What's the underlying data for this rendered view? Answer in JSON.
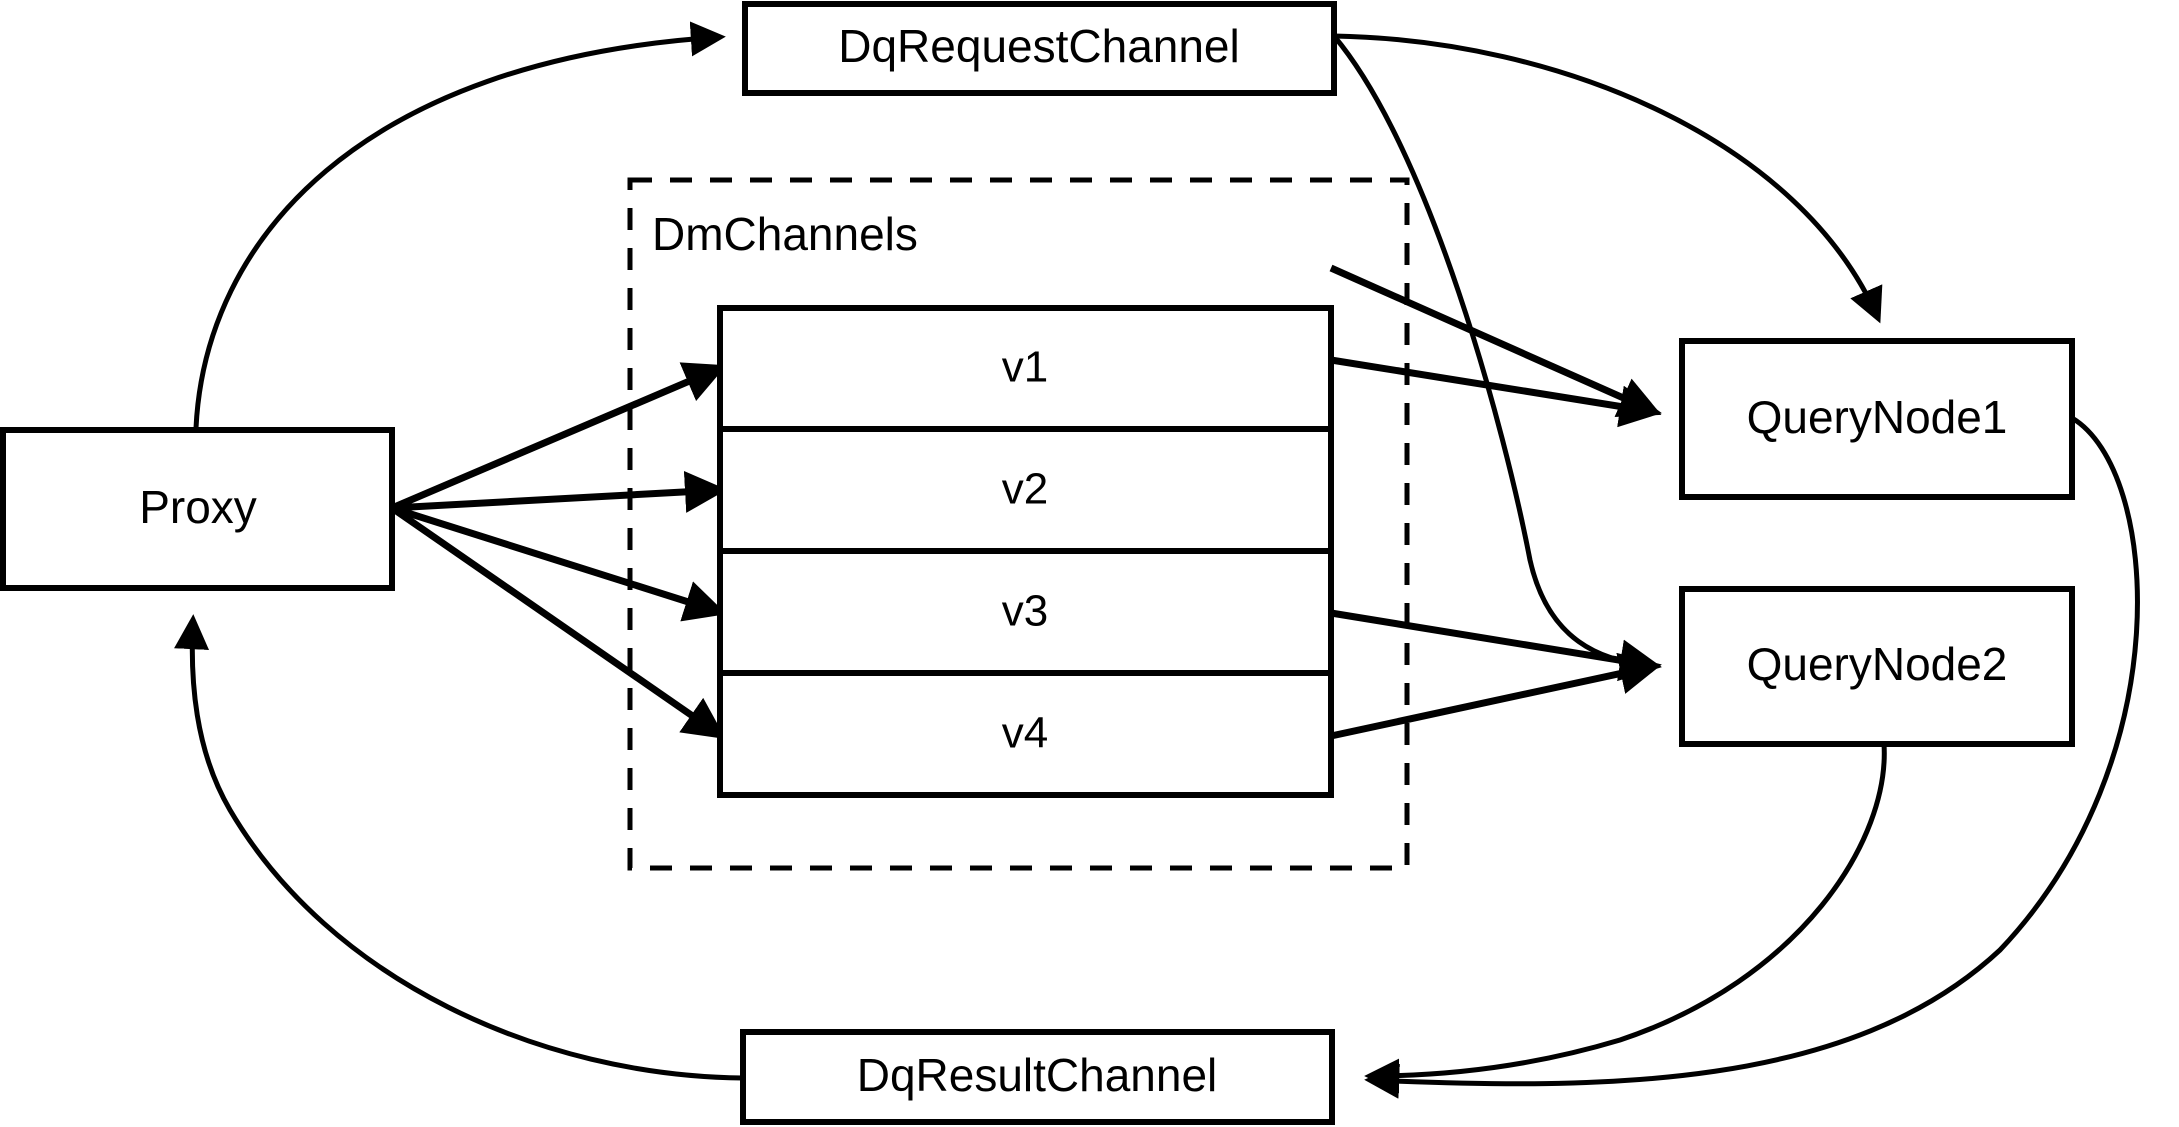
{
  "diagram": {
    "title": "Milvus distributed query channel flow",
    "background_color": "#ffffff",
    "stroke_color": "#000000",
    "nodes": {
      "proxy": {
        "label": "Proxy"
      },
      "dq_request_channel": {
        "label": "DqRequestChannel"
      },
      "dq_result_channel": {
        "label": "DqResultChannel"
      },
      "query_node_1": {
        "label": "QueryNode1"
      },
      "query_node_2": {
        "label": "QueryNode2"
      }
    },
    "group": {
      "label": "DmChannels",
      "rows": [
        {
          "label": "v1"
        },
        {
          "label": "v2"
        },
        {
          "label": "v3"
        },
        {
          "label": "v4"
        }
      ]
    },
    "edges": [
      {
        "from": "Proxy",
        "to": "DqRequestChannel",
        "style": "curved-arrow"
      },
      {
        "from": "Proxy",
        "to": "v1",
        "style": "straight-arrow"
      },
      {
        "from": "Proxy",
        "to": "v2",
        "style": "straight-arrow"
      },
      {
        "from": "Proxy",
        "to": "v3",
        "style": "straight-arrow"
      },
      {
        "from": "Proxy",
        "to": "v4",
        "style": "straight-arrow"
      },
      {
        "from": "DqRequestChannel",
        "to": "QueryNode1",
        "style": "curved-arrow"
      },
      {
        "from": "DqRequestChannel",
        "to": "QueryNode2",
        "style": "curved-arrow"
      },
      {
        "from": "v1",
        "to": "QueryNode1",
        "style": "straight-arrow"
      },
      {
        "from": "v2",
        "to": "QueryNode1",
        "style": "straight-arrow"
      },
      {
        "from": "v3",
        "to": "QueryNode2",
        "style": "straight-arrow"
      },
      {
        "from": "v4",
        "to": "QueryNode2",
        "style": "straight-arrow"
      },
      {
        "from": "QueryNode1",
        "to": "DqResultChannel",
        "style": "curved-arrow"
      },
      {
        "from": "QueryNode2",
        "to": "DqResultChannel",
        "style": "curved-arrow"
      },
      {
        "from": "DqResultChannel",
        "to": "Proxy",
        "style": "curved-arrow"
      }
    ]
  }
}
